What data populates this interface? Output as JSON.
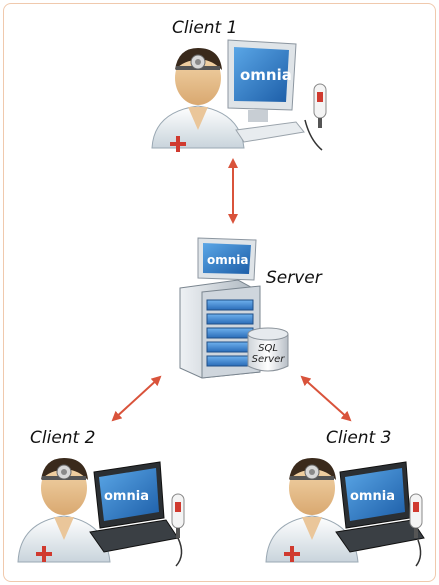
{
  "labels": {
    "client1": "Client 1",
    "server": "Server",
    "client2": "Client 2",
    "client3": "Client 3",
    "sql_line1": "SQL",
    "sql_line2": "Server",
    "brand": "omnia"
  },
  "colors": {
    "arrow": "#d9533b",
    "frame": "#f0c9ad",
    "screen": "#2f7dc6",
    "tower": "#3d82cc"
  }
}
